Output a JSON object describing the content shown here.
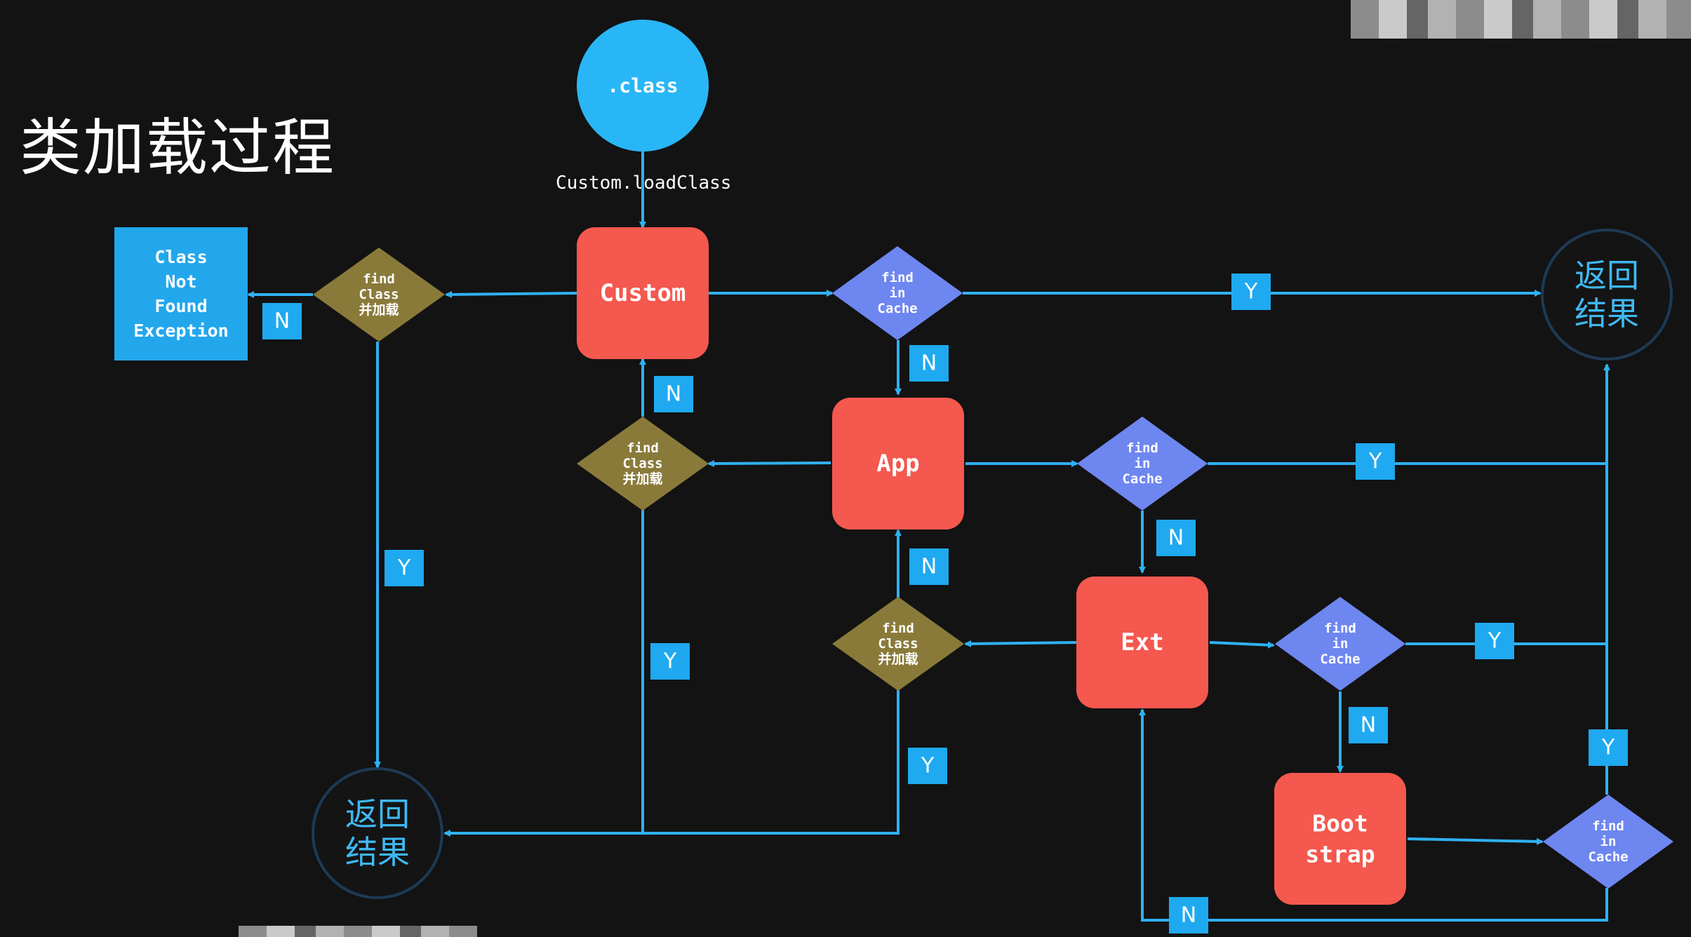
{
  "title": "类加载过程",
  "entry_label": "Custom.loadClass",
  "colors": {
    "loader": "#f4584f",
    "cache": "#6e86f0",
    "find_class": "#8a7a3a",
    "class_circle": "#29b6f6",
    "exception_box": "#22a7ec",
    "tag": "#1fa9f0",
    "edge": "#2fb1f2",
    "result_ring": "#1d3a55"
  },
  "nodes": {
    "class_file": ".class",
    "custom": "Custom",
    "app": "App",
    "ext": "Ext",
    "bootstrap": [
      "Boot",
      "strap"
    ],
    "find_in_cache": [
      "find",
      "in",
      "Cache"
    ],
    "find_class": [
      "find",
      "Class",
      "并加载"
    ],
    "exception": [
      "Class",
      "Not",
      "Found",
      "Exception"
    ],
    "result": [
      "返回",
      "结果"
    ]
  },
  "tags": {
    "yes": "Y",
    "no": "N"
  }
}
